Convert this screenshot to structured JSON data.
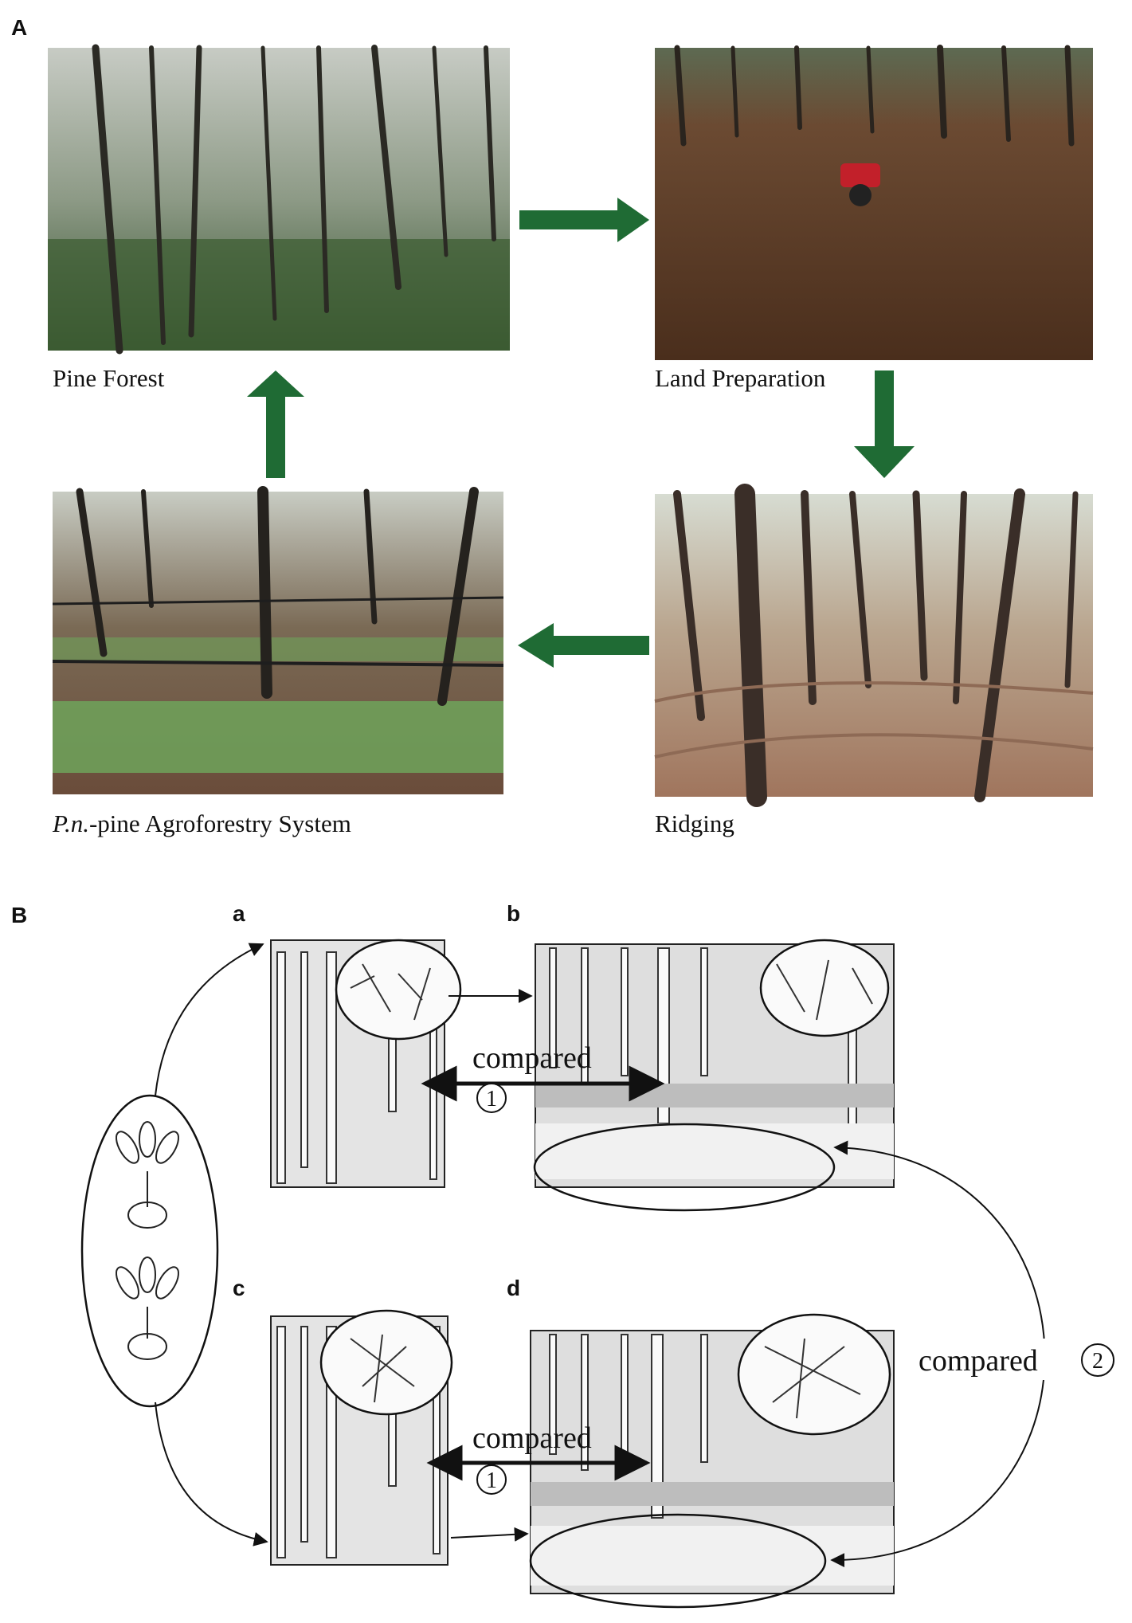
{
  "panels": {
    "A": "A",
    "B": "B"
  },
  "panel_a": {
    "photos": [
      {
        "id": "pine-forest",
        "caption": "Pine Forest"
      },
      {
        "id": "land-preparation",
        "caption": "Land Preparation"
      },
      {
        "id": "ridging",
        "caption": "Ridging"
      },
      {
        "id": "agroforestry",
        "caption_italic": "P.n.",
        "caption_rest": "-pine Agroforestry System"
      }
    ],
    "arrow_color": "#1f6b34"
  },
  "panel_b": {
    "sublabels": {
      "a": "a",
      "b": "b",
      "c": "c",
      "d": "d"
    },
    "compared_label": "compared",
    "num_one": "1",
    "num_two": "2"
  }
}
